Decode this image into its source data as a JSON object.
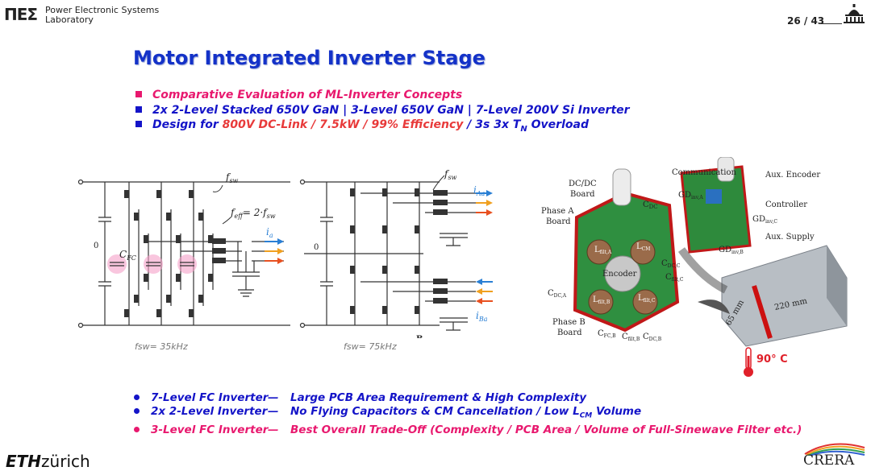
{
  "header": {
    "logo_mark": "ΠΕΣ",
    "lab_line1": "Power Electronic Systems",
    "lab_line2": "Laboratory",
    "page": "26 / 43"
  },
  "title": "Motor Integrated Inverter Stage",
  "bullets": [
    {
      "parts": [
        {
          "text": "Comparative Evaluation of ML-Inverter Concepts",
          "color": "pink"
        }
      ]
    },
    {
      "parts": [
        {
          "text": "2x 2-Level Stacked 650V GaN | 3-Level 650V GaN | 7-Level 200V Si Inverter",
          "color": "blue"
        }
      ]
    },
    {
      "parts": [
        {
          "text": "Design for ",
          "color": "blue"
        },
        {
          "text": "800V DC-Link / 7.5kW / 99% Efficiency",
          "color": "red"
        },
        {
          "text": " / 3s 3x T",
          "color": "blue"
        },
        {
          "text": "N",
          "color": "blue",
          "sub": true
        },
        {
          "text": " Overload",
          "color": "blue"
        }
      ]
    }
  ],
  "circuit_left": {
    "fsw": "f",
    "fsw_sub": "sw",
    "feff": "f",
    "feff_sub": "eff",
    "feff_eq": "= 2·f",
    "feff_eq_sub": "sw",
    "zero": "0",
    "cfc": "C",
    "cfc_sub": "FC",
    "ia": "i",
    "ia_sub": "a",
    "caption": "fsw= 35kHz"
  },
  "circuit_mid": {
    "fsw": "f",
    "fsw_sub": "sw",
    "zero": "0",
    "iaa": "i",
    "iaa_sub": "Aa",
    "iba": "i",
    "iba_sub": "Ba",
    "b": "B",
    "caption": "fsw= 75kHz"
  },
  "photo": {
    "labels": {
      "dcdc": "DC/DC",
      "board": "Board",
      "phase_a": "Phase A",
      "board2": "Board",
      "cdc": "C",
      "cdc_sub": "DC",
      "communication": "Communication",
      "aux_encoder": "Aux. Encoder",
      "gd_a": "GD",
      "gd_a_sub": "inv,A",
      "controller": "Controller",
      "gd_c": "GD",
      "gd_c_sub": "inv,C",
      "aux_supply": "Aux. Supply",
      "gd_b": "GD",
      "gd_b_sub": "inv,B",
      "lfa": "L",
      "lfa_sub": "filt,A",
      "lcm": "L",
      "lcm_sub": "CM",
      "cdcc": "C",
      "cdcc_sub": "DC,C",
      "cfc": "C",
      "cfc_sub": "filt,C",
      "encoder": "Encoder",
      "cdca": "C",
      "cdca_sub": "DC,A",
      "lfb": "L",
      "lfb_sub": "filt,B",
      "lfc": "L",
      "lfc_sub": "filt,C",
      "phase_b": "Phase B",
      "board3": "Board",
      "cfcb": "C",
      "cfcb_sub": "FC,B",
      "cfb": "C",
      "cfb_sub": "filt,B",
      "cdcb": "C",
      "cdcb_sub": "DC,B",
      "dim1": "220 mm",
      "dim2": "65 mm"
    },
    "temperature": "90° C"
  },
  "bottom_bullets": [
    {
      "color": "blue",
      "name": "7-Level FC Inverter",
      "sep": "—",
      "parts": [
        {
          "text": "Large PCB Area Requirement & High Complexity"
        }
      ]
    },
    {
      "color": "blue",
      "name": "2x 2-Level Inverter",
      "sep": "—",
      "parts": [
        {
          "text": "No Flying Capacitors & CM Cancellation / Low L"
        },
        {
          "text": "CM",
          "sub": true
        },
        {
          "text": " Volume"
        }
      ]
    },
    {
      "color": "pink",
      "name": "3-Level FC Inverter",
      "sep": "—",
      "parts": [
        {
          "text": "Best Overall Trade-Off  (Complexity / PCB Area / Volume of Full-Sinewave Filter etc.)"
        }
      ]
    }
  ],
  "footer": {
    "eth_bold": "ETH",
    "eth_rest": "zürich",
    "crera": "CRERA"
  },
  "colors": {
    "blue": "#1414c8",
    "pink": "#e8186e",
    "red": "#e83a3a",
    "title": "#1432c8"
  }
}
